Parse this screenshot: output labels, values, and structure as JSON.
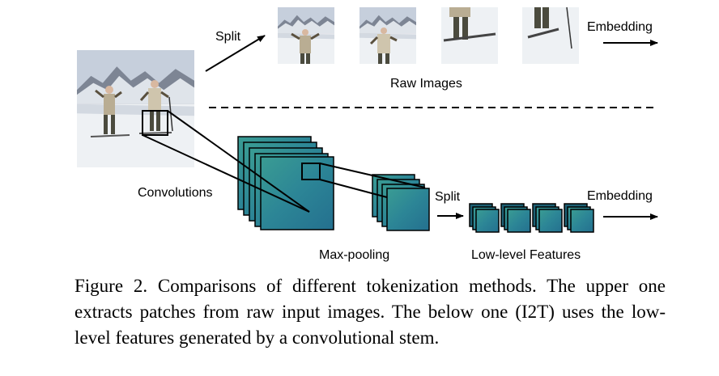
{
  "labels": {
    "split_top": "Split",
    "embedding_top": "Embedding",
    "raw_images": "Raw Images",
    "convolutions": "Convolutions",
    "max_pooling": "Max-pooling",
    "split_bottom": "Split",
    "embedding_bottom": "Embedding",
    "low_level_features": "Low-level Features"
  },
  "caption": "Figure 2. Comparisons of different tokenization methods.  The upper one extracts patches from raw input images.  The below one (I2T) uses the low-level features generated by a convolutional stem.",
  "colors": {
    "feature_map": "#2e8f97",
    "feature_map_dark": "#1d5f73",
    "snow": "#eef1f4",
    "mountain": "#7d8594",
    "sky": "#c6cfdc",
    "jacket": "#b9ad93",
    "pants": "#4b4b3e"
  }
}
